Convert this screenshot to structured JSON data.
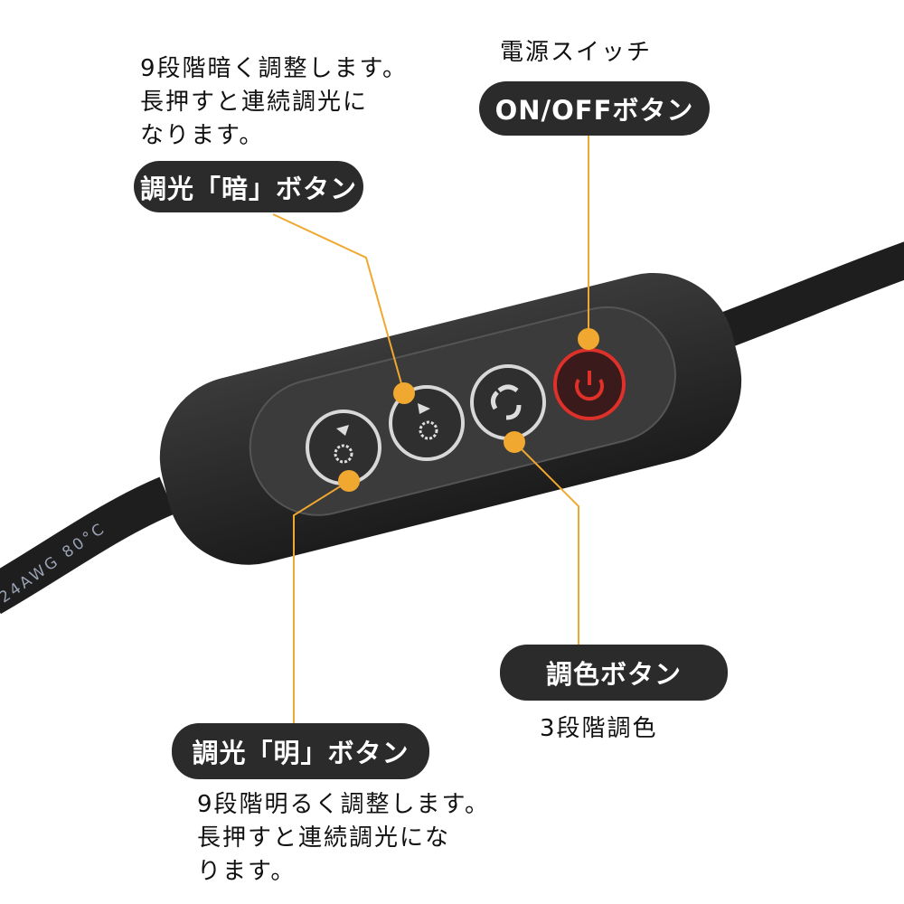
{
  "dim_button": {
    "label": "調光「暗」ボタン",
    "description": [
      "9段階暗く調整します。",
      "長押すと連続調光に",
      "なります。"
    ]
  },
  "power_button": {
    "caption": "電源スイッチ",
    "label": "ON/OFFボタン"
  },
  "color_button": {
    "label": "調色ボタン",
    "description": "3段階調色"
  },
  "bright_button": {
    "label": "調光「明」ボタン",
    "description": [
      "9段階明るく調整します。",
      "長押すと連続調光にな",
      "ります。"
    ]
  },
  "cable_print": "24AWG  80°C",
  "colors": {
    "callout": "#f0a830",
    "pill": "#2b2b2b",
    "power": "#e0302a"
  }
}
